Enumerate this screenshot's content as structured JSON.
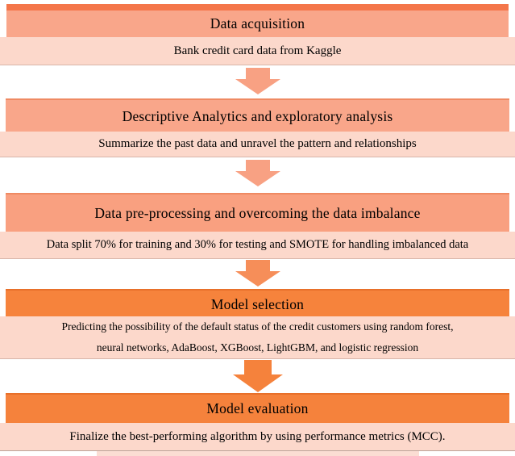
{
  "figure": {
    "name": "machine-learning workflow flowchart",
    "stages": [
      {
        "title": "Data acquisition",
        "description": "Bank credit card data from Kaggle",
        "header_color": "#F9A68A",
        "desc_color": "#FCD8CB"
      },
      {
        "title": "Descriptive Analytics and exploratory analysis",
        "description": "Summarize the past data and unravel the pattern and relationships",
        "header_color": "#F9A68A",
        "desc_color": "#FCD8CB"
      },
      {
        "title": "Data pre-processing and overcoming the data imbalance",
        "description": "Data split 70% for training and 30% for testing and SMOTE for handling imbalanced data",
        "header_color": "#F9A080",
        "desc_color": "#FCD8CB"
      },
      {
        "title": "Model selection",
        "description_lines": [
          "Predicting the possibility of the default status of the credit customers using random forest,",
          "neural networks, AdaBoost, XGBoost, LightGBM, and logistic regression"
        ],
        "header_color": "#F6833C",
        "desc_color": "#FCD8CB"
      },
      {
        "title": "Model evaluation",
        "description": "Finalize the best-performing algorithm by using performance metrics (MCC).",
        "header_color": "#F5823C",
        "desc_color": "#FCD8CB"
      }
    ],
    "arrow_colors": [
      "#F8A183",
      "#F8A183",
      "#F68E59",
      "#F5823C"
    ],
    "edge_colors": {
      "top_strip": "#F4764A",
      "bottom_remnant": "#FBDDD3"
    }
  }
}
